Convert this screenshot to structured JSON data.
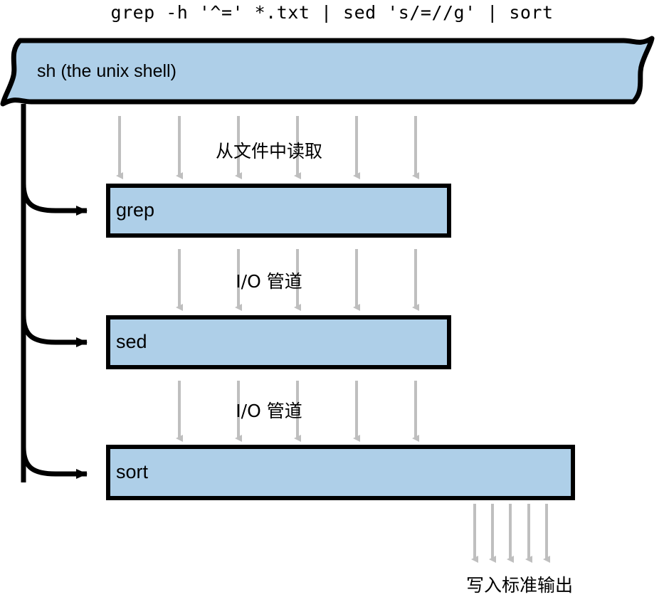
{
  "title": {
    "command": "grep -h '^=' *.txt | sed 's/=//g' | sort"
  },
  "shell": {
    "label": "sh (the unix shell)",
    "fill": "#aecfe8",
    "stroke": "#000000"
  },
  "processes": [
    {
      "name": "grep",
      "label": "grep"
    },
    {
      "name": "sed",
      "label": "sed"
    },
    {
      "name": "sort",
      "label": "sort"
    }
  ],
  "flows": [
    {
      "name": "read-from-file",
      "label": "从文件中读取",
      "arrows": 6
    },
    {
      "name": "io-pipe-grep-sed",
      "label": "I/O 管道",
      "arrows": 5
    },
    {
      "name": "io-pipe-sed-sort",
      "label": "I/O 管道",
      "arrows": 5
    },
    {
      "name": "write-to-stdout",
      "label": "写入标准输出",
      "arrows": 5
    }
  ],
  "colors": {
    "box_fill": "#aecfe8",
    "box_stroke": "#000000",
    "data_arrow": "#bfbfbf",
    "control_arrow": "#000000",
    "background": "#ffffff"
  }
}
